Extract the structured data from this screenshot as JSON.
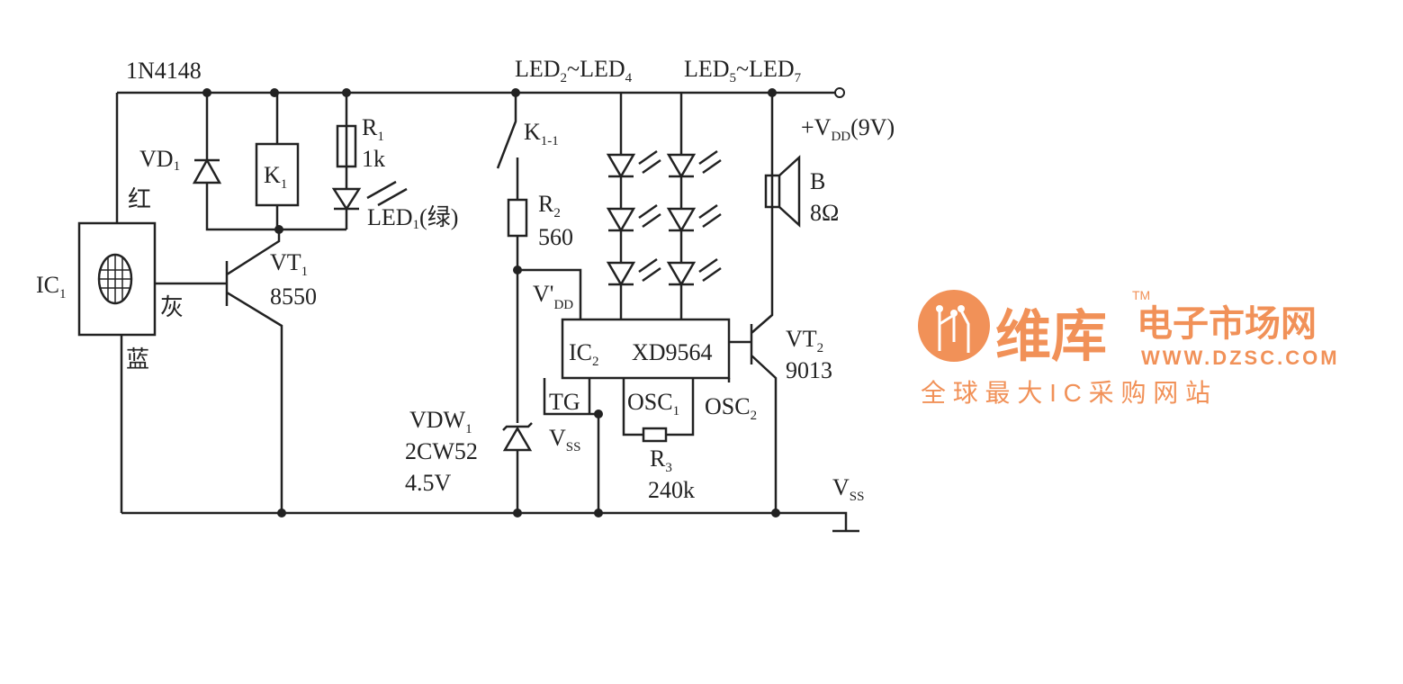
{
  "labels": {
    "diode_part": "1N4148",
    "led_group_a": "LED",
    "led_group_a_sub1": "2",
    "led_group_a_sep": "~LED",
    "led_group_a_sub2": "4",
    "led_group_b": "LED",
    "led_group_b_sub1": "5",
    "led_group_b_sep": "~LED",
    "led_group_b_sub2": "7",
    "vdd": "+V",
    "vdd_sub": "DD",
    "vdd_value": "(9V)",
    "vd1": "VD",
    "vd1_sub": "1",
    "k1": "K",
    "k1_sub": "1",
    "r1": "R",
    "r1_sub": "1",
    "r1_value": "1k",
    "led1": "LED",
    "led1_sub": "1",
    "led1_color": "(绿)",
    "red_wire": "红",
    "gray_wire": "灰",
    "blue_wire": "蓝",
    "ic1": "IC",
    "ic1_sub": "1",
    "vt1": "VT",
    "vt1_sub": "1",
    "vt1_part": "8550",
    "k11": "K",
    "k11_sub": "1-1",
    "r2": "R",
    "r2_sub": "2",
    "r2_value": "560",
    "vdd_prime": "V'",
    "vdd_prime_sub": "DD",
    "ic2": "IC",
    "ic2_sub": "2",
    "ic2_part": "XD9564",
    "tg": "TG",
    "osc1": "OSC",
    "osc1_sub": "1",
    "osc2": "OSC",
    "osc2_sub": "2",
    "vt2": "VT",
    "vt2_sub": "2",
    "vt2_part": "9013",
    "speaker": "B",
    "speaker_value": "8Ω",
    "vdw1": "VDW",
    "vdw1_sub": "1",
    "vdw1_part": "2CW52",
    "vdw1_value": "4.5V",
    "vss_ic": "V",
    "vss_ic_sub": "SS",
    "r3": "R",
    "r3_sub": "3",
    "r3_value": "240k",
    "vss": "V",
    "vss_sub": "SS"
  },
  "watermark": {
    "brand": "维库",
    "title": "电子市场网",
    "tm": "TM",
    "url": "WWW.DZSC.COM",
    "slogan": "全 球 最 大 I C 采 购 网 站",
    "color": "#f0884a"
  }
}
